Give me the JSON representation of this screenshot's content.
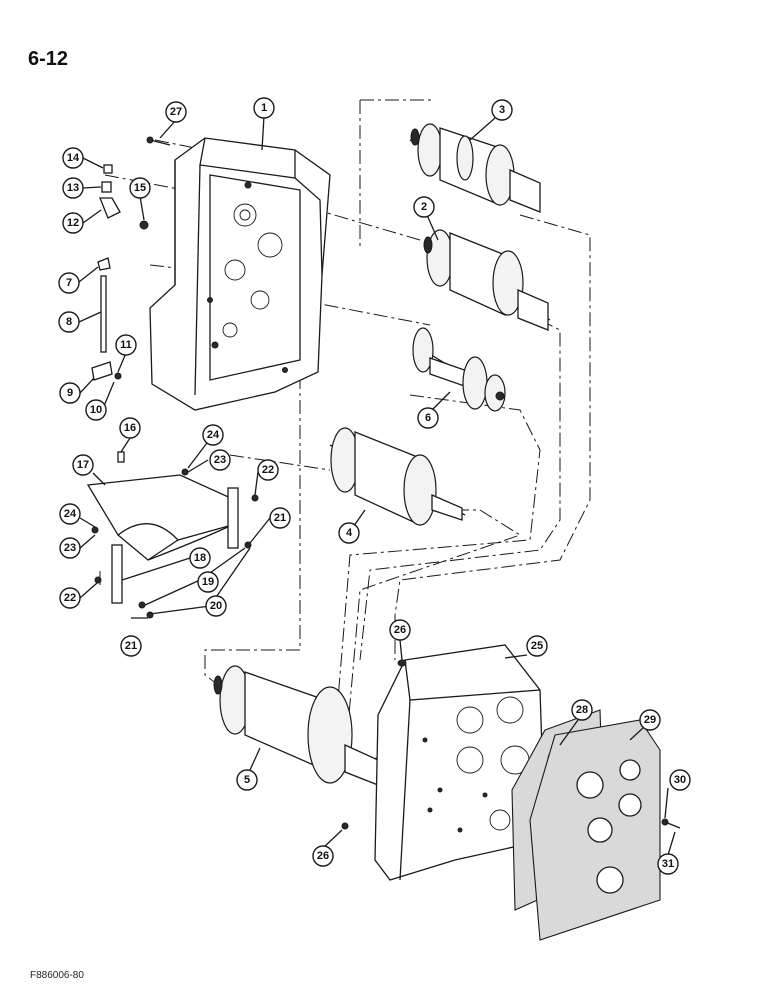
{
  "page_number": "6-12",
  "figure_code": "F886006-80",
  "callouts": [
    {
      "id": "c27",
      "label": "27"
    },
    {
      "id": "c1",
      "label": "1"
    },
    {
      "id": "c3",
      "label": "3"
    },
    {
      "id": "c14",
      "label": "14"
    },
    {
      "id": "c13",
      "label": "13"
    },
    {
      "id": "c15",
      "label": "15"
    },
    {
      "id": "c12",
      "label": "12"
    },
    {
      "id": "c2",
      "label": "2"
    },
    {
      "id": "c7",
      "label": "7"
    },
    {
      "id": "c8",
      "label": "8"
    },
    {
      "id": "c11",
      "label": "11"
    },
    {
      "id": "c9",
      "label": "9"
    },
    {
      "id": "c10",
      "label": "10"
    },
    {
      "id": "c6",
      "label": "6"
    },
    {
      "id": "c16",
      "label": "16"
    },
    {
      "id": "c24a",
      "label": "24"
    },
    {
      "id": "c17",
      "label": "17"
    },
    {
      "id": "c23a",
      "label": "23"
    },
    {
      "id": "c22a",
      "label": "22"
    },
    {
      "id": "c4",
      "label": "4"
    },
    {
      "id": "c24b",
      "label": "24"
    },
    {
      "id": "c21a",
      "label": "21"
    },
    {
      "id": "c23b",
      "label": "23"
    },
    {
      "id": "c18",
      "label": "18"
    },
    {
      "id": "c19",
      "label": "19"
    },
    {
      "id": "c22b",
      "label": "22"
    },
    {
      "id": "c20",
      "label": "20"
    },
    {
      "id": "c21b",
      "label": "21"
    },
    {
      "id": "c26a",
      "label": "26"
    },
    {
      "id": "c25",
      "label": "25"
    },
    {
      "id": "c28",
      "label": "28"
    },
    {
      "id": "c29",
      "label": "29"
    },
    {
      "id": "c5",
      "label": "5"
    },
    {
      "id": "c30",
      "label": "30"
    },
    {
      "id": "c26b",
      "label": "26"
    },
    {
      "id": "c31",
      "label": "31"
    }
  ]
}
